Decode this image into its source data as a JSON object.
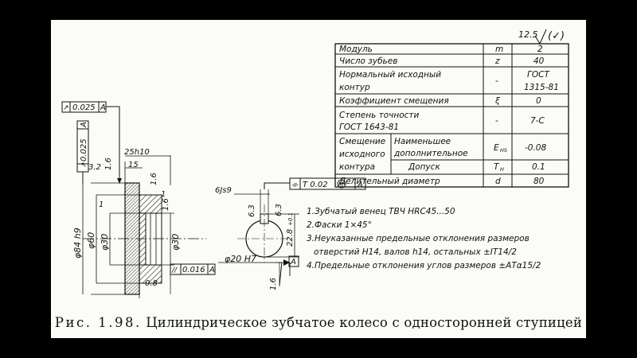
{
  "roughness": {
    "general": "12.5",
    "other": "(✓)"
  },
  "params_table": {
    "rows": [
      {
        "name": [
          "Модуль"
        ],
        "symbol": "m",
        "value": [
          "2"
        ]
      },
      {
        "name": [
          "Число зубьев"
        ],
        "symbol": "z",
        "value": [
          "40"
        ]
      },
      {
        "name": [
          "Нормальный исходный",
          "контур"
        ],
        "symbol": "-",
        "value": [
          "ГОСТ",
          "1315-81"
        ]
      },
      {
        "name": [
          "Коэффициент смещения"
        ],
        "symbol": "ξ",
        "value": [
          "0"
        ]
      },
      {
        "name": [
          "Степень точности",
          "ГОСТ 1643-81"
        ],
        "symbol": "-",
        "value": [
          "7-С"
        ]
      },
      {
        "group": [
          "Смещение",
          "исходного",
          "контура"
        ],
        "name": [
          "Наименьшее",
          "дополнительное"
        ],
        "symbol": "E",
        "symbol_sub": "HS",
        "value": [
          "-0.08"
        ]
      },
      {
        "name": [
          "Допуск"
        ],
        "symbol": "T",
        "symbol_sub": "H",
        "value": [
          "0.1"
        ]
      },
      {
        "name": [
          "Делительный диаметр"
        ],
        "symbol": "d",
        "value": [
          "80"
        ]
      }
    ]
  },
  "tolerance_frames": {
    "top": {
      "symbol": "↗",
      "value": "0.025",
      "datum": "A"
    },
    "vertical": {
      "symbol": "↗",
      "value": "0.025",
      "datum": "A"
    },
    "bottom": {
      "symbol": "//",
      "value": "0.016",
      "datum": "A"
    },
    "keyway": {
      "symbol": "⌯",
      "value": "T 0.02",
      "modifier": "M",
      "datum": "A"
    }
  },
  "datum_label": "A",
  "dimensions": {
    "outer_diameter": "φ84 h9",
    "hub_diameter": "φ60",
    "bore_diameter": "φ30",
    "bore_diameter_right": "φ30",
    "hub_length": "25h10",
    "rim_width": "15",
    "rim_offset": "3.2",
    "roughness_top": "1.6",
    "roughness_rim": "1.6",
    "roughness_face": "1.6",
    "chamfer_mark": "1",
    "chamfer_mark_2": "1",
    "bore_fit": "φ20 H7",
    "keyway_width": "6Js9",
    "keyway_depth": "22.8",
    "keyway_depth_tol": "+0.1",
    "roughness_key_1": "6.3",
    "roughness_key_2": "6.3",
    "roughness_bore": "1.6",
    "bottom_roughness": "0.8"
  },
  "notes": [
    "1.Зубчатый венец ТВЧ HRC45...50",
    "2.Фаски 1×45°",
    "3.Неуказанные предельные отклонения размеров",
    "отверстий H14, валов h14, остальных ±IT14/2",
    "4.Предельные отклонения углов размеров ±АТα15/2"
  ],
  "caption": {
    "label": "Рис. 1.98.",
    "text": "Цилиндрическое зубчатое колесо с односторонней ступицей"
  }
}
